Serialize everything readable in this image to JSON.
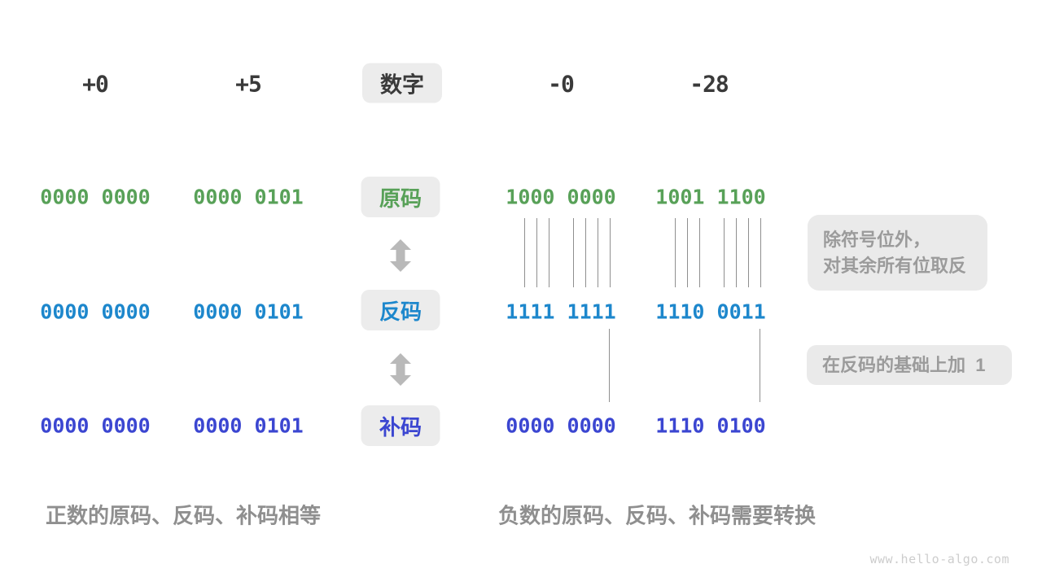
{
  "header": {
    "values": [
      "+0",
      "+5",
      "-0",
      "-28"
    ],
    "label": "数字"
  },
  "rows": [
    {
      "name": "sign-magnitude",
      "label": "原码",
      "color": "#58a158",
      "values": [
        "0000 0000",
        "0000 0101",
        "1000 0000",
        "1001 1100"
      ]
    },
    {
      "name": "ones-complement",
      "label": "反码",
      "color": "#1d87cc",
      "values": [
        "0000 0000",
        "0000 0101",
        "1111 1111",
        "1110 0011"
      ]
    },
    {
      "name": "twos-complement",
      "label": "补码",
      "color": "#3b46d1",
      "values": [
        "0000 0000",
        "0000 0101",
        "0000 0000",
        "1110 0100"
      ]
    }
  ],
  "annotations": [
    {
      "lines": [
        "除符号位外，",
        "对其余所有位取反"
      ]
    },
    {
      "lines": [
        "在反码的基础上加  1"
      ]
    }
  ],
  "captions": {
    "positive": "正数的原码、反码、补码相等",
    "negative": "负数的原码、反码、补码需要转换"
  },
  "watermark": "www.hello-algo.com",
  "colors": {
    "sign_magnitude_green": "#58a158",
    "ones_complement_blue": "#1d87cc",
    "twos_complement_indigo": "#3b46d1",
    "annotation_gray": "#9b9b9b",
    "caption_gray": "#8f8f8f",
    "chip_background": "#ececec",
    "arrow_gray": "#b9b9b9",
    "connector_gray": "#8f8f8f"
  }
}
